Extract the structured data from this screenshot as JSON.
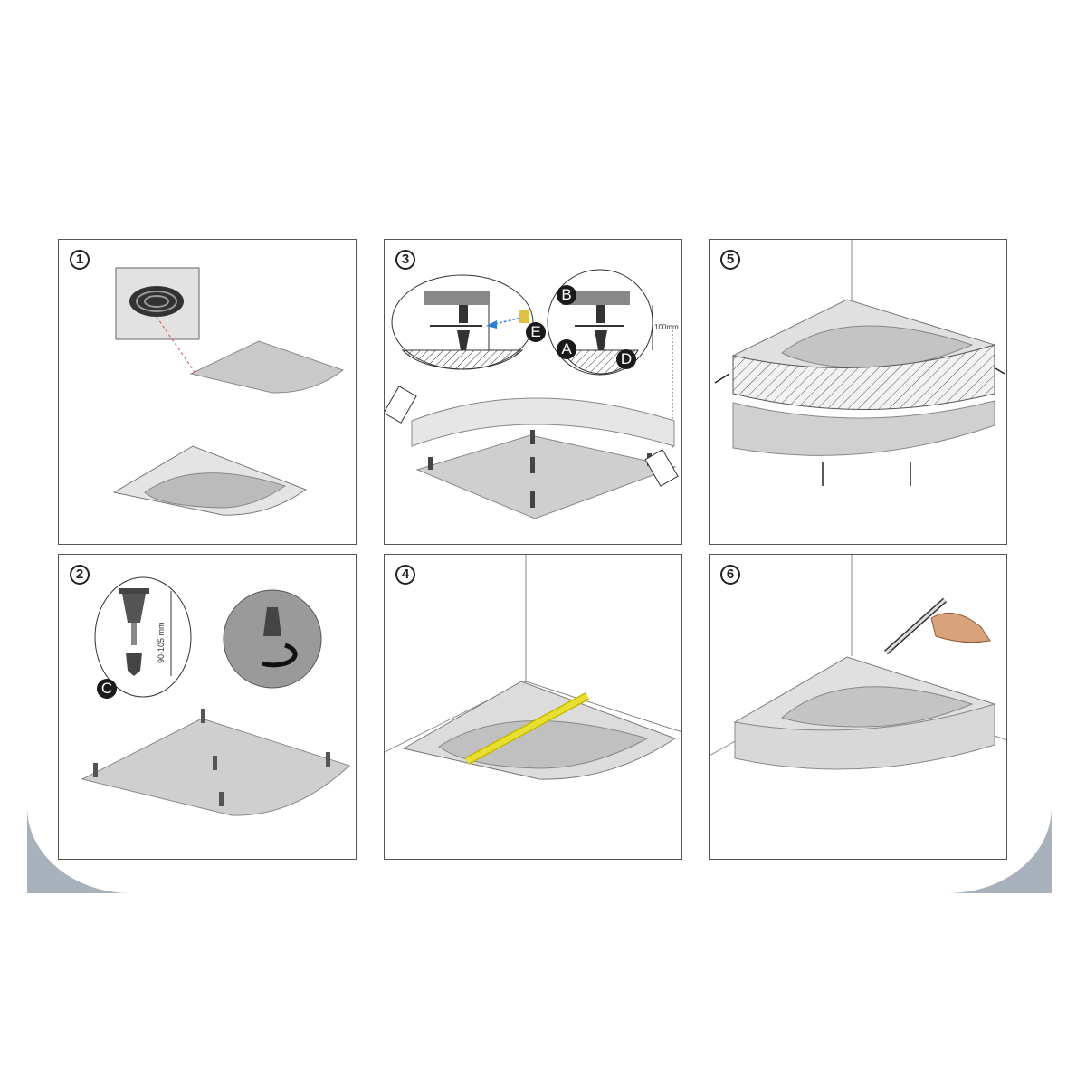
{
  "steps": [
    {
      "number": "1"
    },
    {
      "number": "2",
      "dimension": "90-105 mm",
      "label": "C"
    },
    {
      "number": "3",
      "dimension": "100mm",
      "labels": [
        "A",
        "B",
        "D",
        "E"
      ]
    },
    {
      "number": "4"
    },
    {
      "number": "5"
    },
    {
      "number": "6"
    }
  ],
  "colors": {
    "frame": "#555555",
    "band": "#a9b1bc",
    "level": "#e8e030",
    "arrow": "#2a7fd0"
  }
}
